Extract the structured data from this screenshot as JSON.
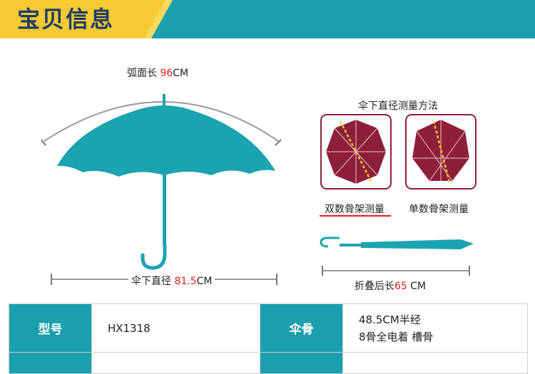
{
  "header": {
    "title": "宝贝信息",
    "accent_color": "#1a9fae",
    "tab_color": "#f6ca32"
  },
  "umbrella": {
    "arc_label": "弧面长",
    "arc_value": "96",
    "arc_unit": "CM",
    "diameter_label": "伞下直径",
    "diameter_value": "81.5",
    "diameter_unit": "CM",
    "canopy_color": "#1ba4b0"
  },
  "measure": {
    "title": "伞下直径测量方法",
    "double_label": "双数骨架测量",
    "single_label": "单数骨架测量",
    "canopy_color": "#8e1f3a"
  },
  "folded": {
    "label": "折叠后长",
    "value": "65",
    "unit": " CM"
  },
  "specs": {
    "model_label": "型号",
    "model_value": "HX1318",
    "rib_label": "伞骨",
    "rib_lines": [
      "48.5CM半经",
      "8骨全电着  槽骨"
    ]
  }
}
